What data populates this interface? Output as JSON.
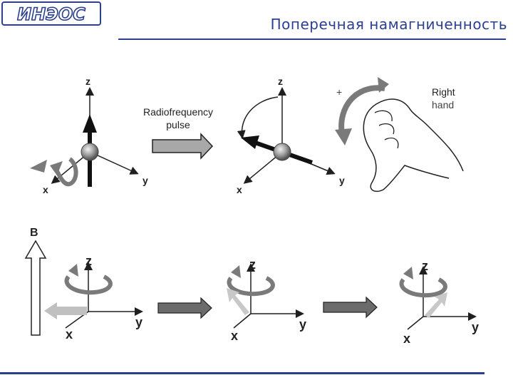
{
  "header": {
    "logo_text": "ИНЭОС",
    "title": "Поперечная намагниченность"
  },
  "colors": {
    "brand": "#2b3f8f",
    "line": "#1f1f1f",
    "arrow_gray": "#9a9a9a",
    "dark_arrow": "#6b6b6b"
  },
  "top_row": {
    "pulse_label_line1": "Radiofrequency",
    "pulse_label_line2": "pulse",
    "hand_label_line1": "Right",
    "hand_label_line2": "hand",
    "hand_plus": "+",
    "left_axes": {
      "z": "z",
      "x": "x",
      "y": "y"
    },
    "right_axes": {
      "z": "z",
      "x": "x",
      "y": "y"
    }
  },
  "bottom_row": {
    "field_label": "B",
    "axes1": {
      "z": "z",
      "x": "x",
      "y": "y"
    },
    "axes2": {
      "z": "z",
      "x": "x",
      "y": "y"
    },
    "axes3": {
      "z": "z",
      "x": "x",
      "y": "y"
    }
  }
}
